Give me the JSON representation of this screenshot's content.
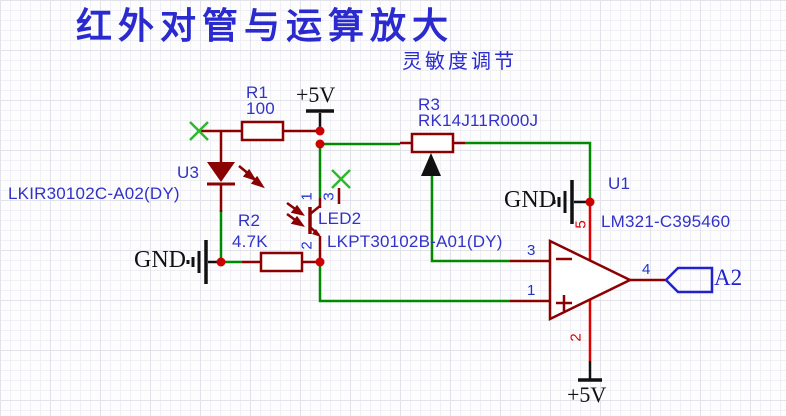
{
  "title": "红外对管与运算放大",
  "subtitle": "灵敏度调节",
  "components": {
    "r1": {
      "ref": "R1",
      "value": "100"
    },
    "r2": {
      "ref": "R2",
      "value": "4.7K"
    },
    "r3": {
      "ref": "R3",
      "value": "RK14J11R000J"
    },
    "u3": {
      "ref": "U3",
      "value": "LKIR30102C-A02(DY)"
    },
    "led2": {
      "ref": "LED2",
      "value": "LKPT30102B-A01(DY)"
    },
    "u1": {
      "ref": "U1",
      "value": "LM321-C395460"
    }
  },
  "power_flags": {
    "p5v_top": "+5V",
    "p5v_bottom": "+5V",
    "gnd_left": "GND",
    "gnd_top": "GND"
  },
  "net_flags": {
    "output": "A2"
  },
  "pins": {
    "opamp": {
      "inv": "3",
      "noninv": "1",
      "out": "4",
      "vplus": "5",
      "vminus": "2"
    },
    "photo": {
      "collector": "1",
      "base": "3",
      "emitter": "2"
    }
  },
  "colors": {
    "wire_green": "#008a00",
    "symbol_red": "#8b0000",
    "power_wire_red": "#dd0000",
    "junction_red": "#cc0000",
    "label_blue": "#3232c8",
    "title_blue": "#2a2ace",
    "net_flag_blue": "#2222cc",
    "no_connect_green": "#2db82d",
    "symbol_black": "#111111",
    "grid_line": "#e2e2ea"
  }
}
